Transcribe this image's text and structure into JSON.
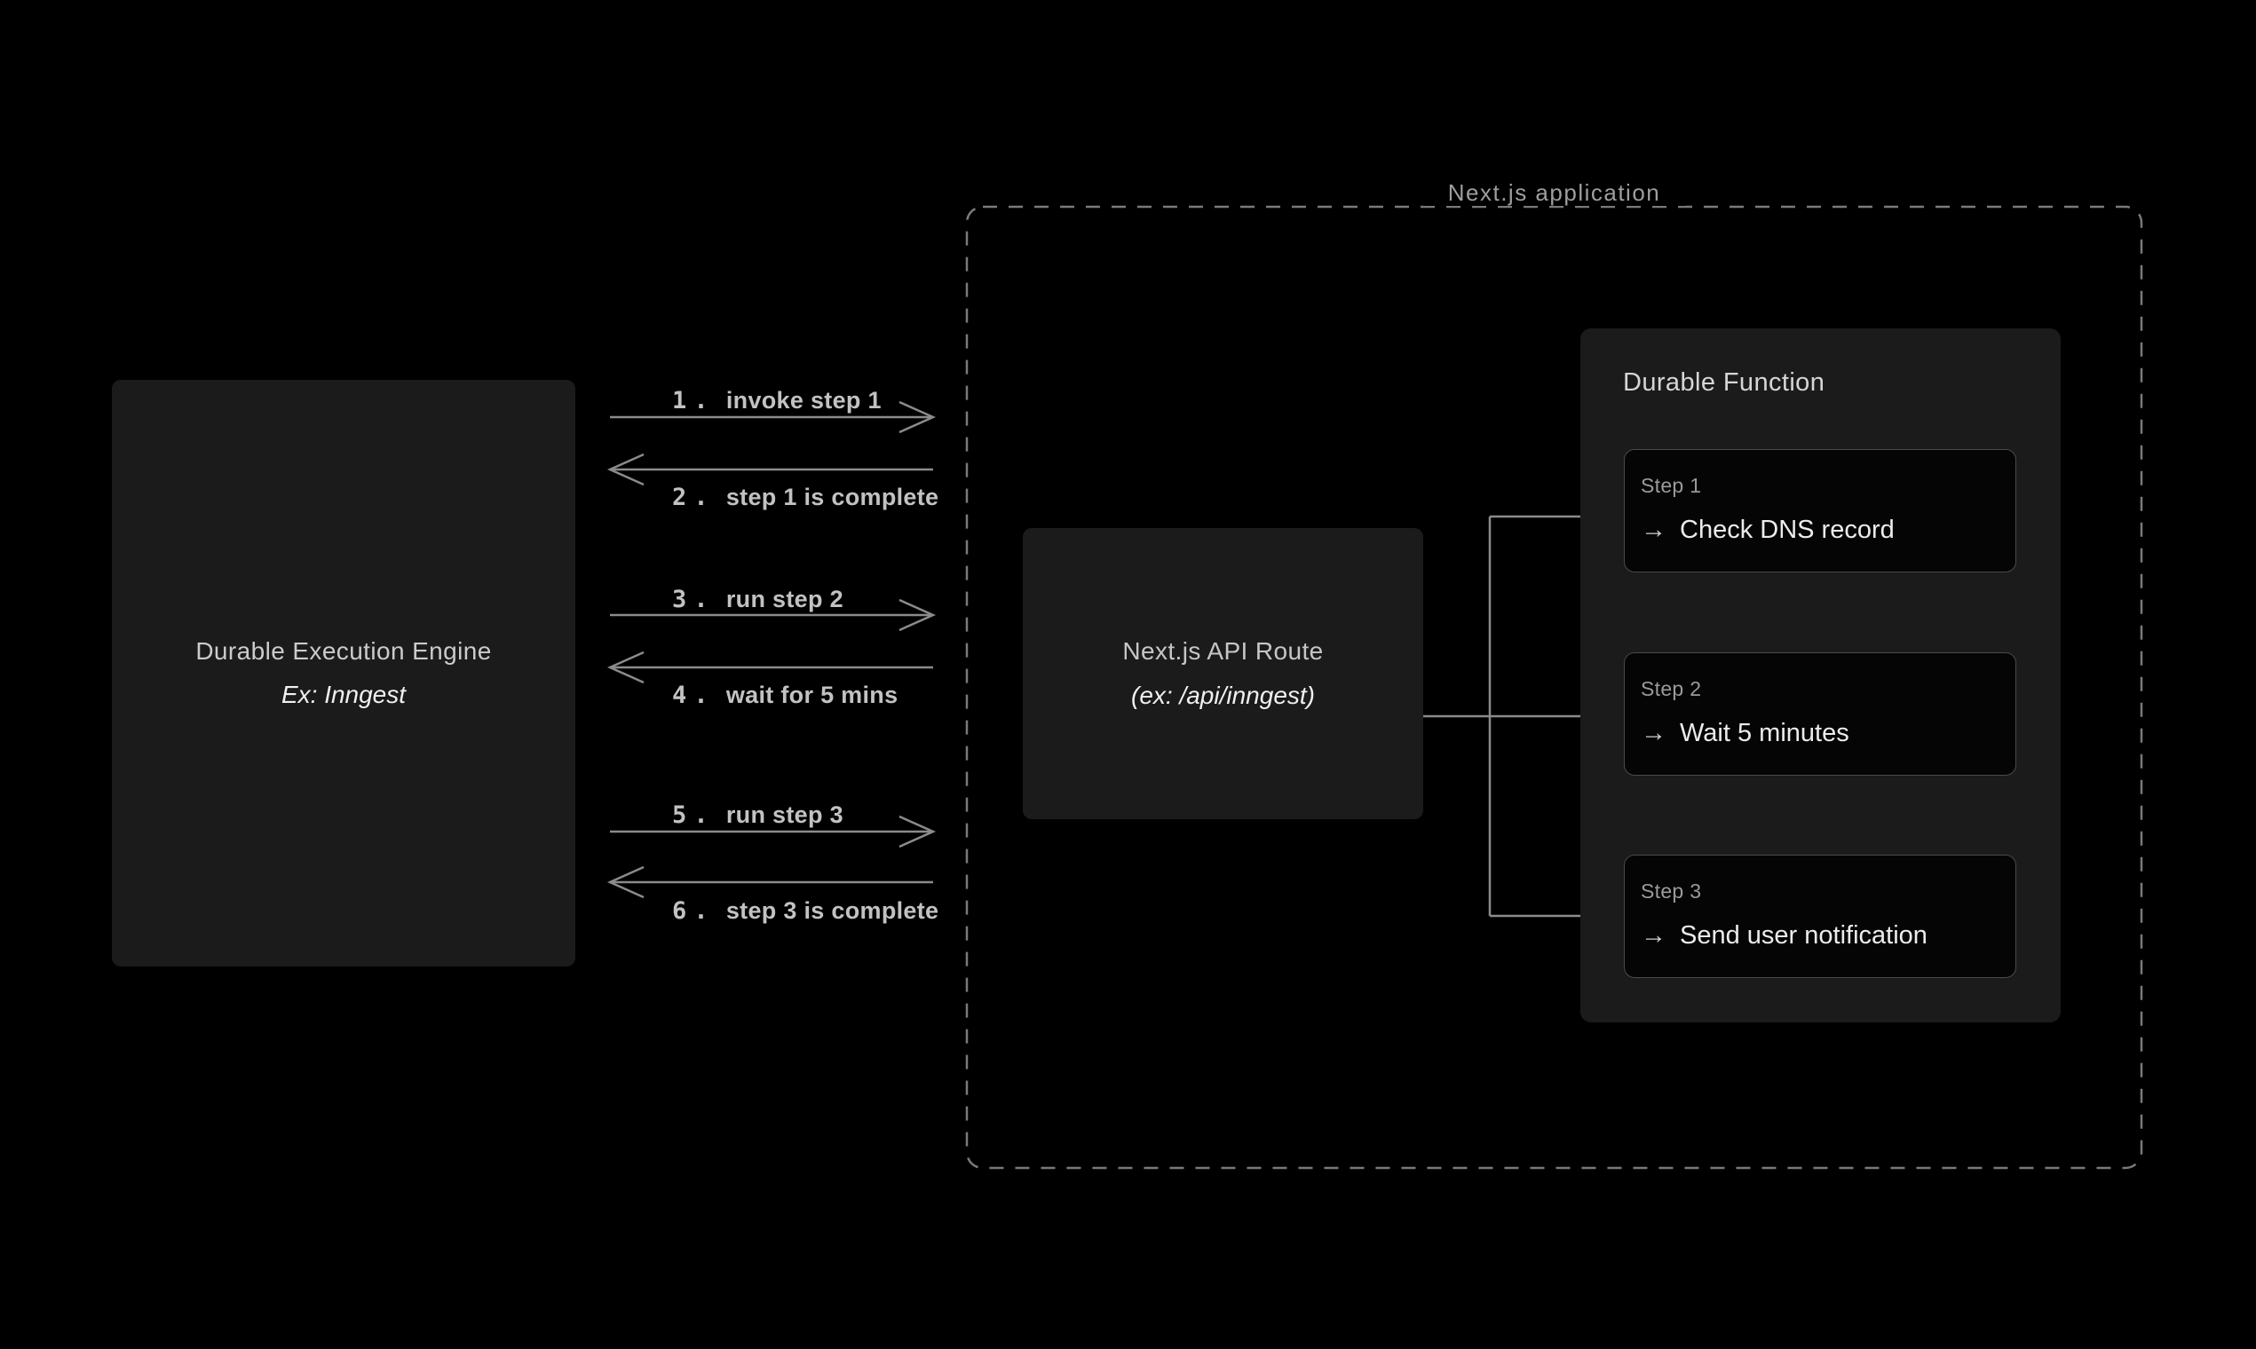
{
  "diagram": {
    "engine": {
      "title": "Durable Execution Engine",
      "subtitle": "Ex: Inngest"
    },
    "messages": [
      {
        "num": "1.",
        "text": "invoke step 1",
        "direction": "right"
      },
      {
        "num": "2.",
        "text": "step 1 is complete",
        "direction": "left"
      },
      {
        "num": "3.",
        "text": "run step 2",
        "direction": "right"
      },
      {
        "num": "4.",
        "text": "wait for 5 mins",
        "direction": "left"
      },
      {
        "num": "5.",
        "text": "run step 3",
        "direction": "right"
      },
      {
        "num": "6.",
        "text": "step 3 is complete",
        "direction": "left"
      }
    ],
    "container": {
      "label": "Next.js application"
    },
    "api_route": {
      "title": "Next.js API Route",
      "subtitle": "(ex: /api/inngest)"
    },
    "durable_function": {
      "title": "Durable Function",
      "arrow_glyph": "→",
      "steps": [
        {
          "label": "Step 1",
          "text": "Check DNS record"
        },
        {
          "label": "Step 2",
          "text": "Wait 5 minutes"
        },
        {
          "label": "Step 3",
          "text": "Send user notification"
        }
      ]
    },
    "colors": {
      "background": "#000000",
      "panel": "#1b1b1b",
      "step_box": "#050505",
      "step_border": "#4a4a4a",
      "line": "#8b8b8b",
      "dashed_border": "#7a7a7a",
      "message_text": "#c2c2c2",
      "muted_text": "#9a9a9a",
      "bright_text": "#ececec"
    }
  }
}
